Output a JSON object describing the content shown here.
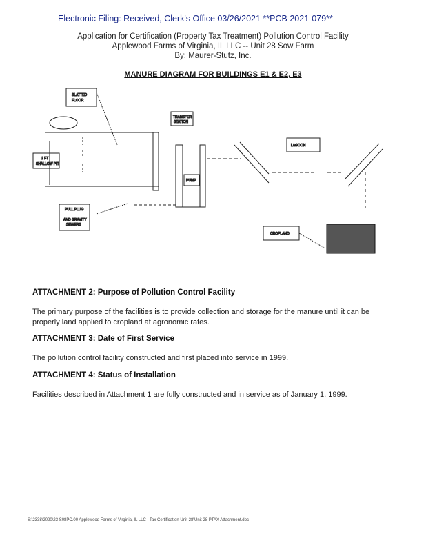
{
  "stamp": "Electronic Filing: Received, Clerk's Office 03/26/2021 **PCB 2021-079**",
  "header": {
    "line1": "Application for Certification (Property Tax Treatment) Pollution Control Facility",
    "line2": "Applewood Farms of Virginia, IL LLC -- Unit 28 Sow Farm",
    "line3": "By: Maurer-Stutz, Inc."
  },
  "diagram": {
    "title": "MANURE DIAGRAM FOR BUILDINGS E1 & E2, E3",
    "labels": {
      "slatted": [
        "SLATTED",
        "FLOOR"
      ],
      "pit": [
        "2 FT",
        "SHALLOW PIT"
      ],
      "sewers": [
        "PULL PLUG",
        "AND GRAVITY",
        "SEWERS"
      ],
      "transfer": [
        "TRANSFER",
        "STATION"
      ],
      "pump": "PUMP",
      "lagoon": "LAGOON",
      "cropland": "CROPLAND"
    }
  },
  "sections": [
    {
      "heading": "ATTACHMENT 2: Purpose of Pollution Control Facility",
      "body": "The primary purpose of the facilities is to provide collection and storage for the manure until it can be properly land applied to cropland at agronomic rates."
    },
    {
      "heading": "ATTACHMENT 3: Date of First Service",
      "body": "The pollution control facility constructed and first placed into service in 1999."
    },
    {
      "heading": "ATTACHMENT 4: Status of Installation",
      "body": "Facilities described in Attachment 1 are fully constructed and in service as of January 1, 1999."
    }
  ],
  "footer": "S:\\2338\\2020\\23 S08PC.00 Applewood Farms of Virginia, IL LLC - Tax Certification Unit 28\\Unit 28 PTAX Attachment.doc"
}
